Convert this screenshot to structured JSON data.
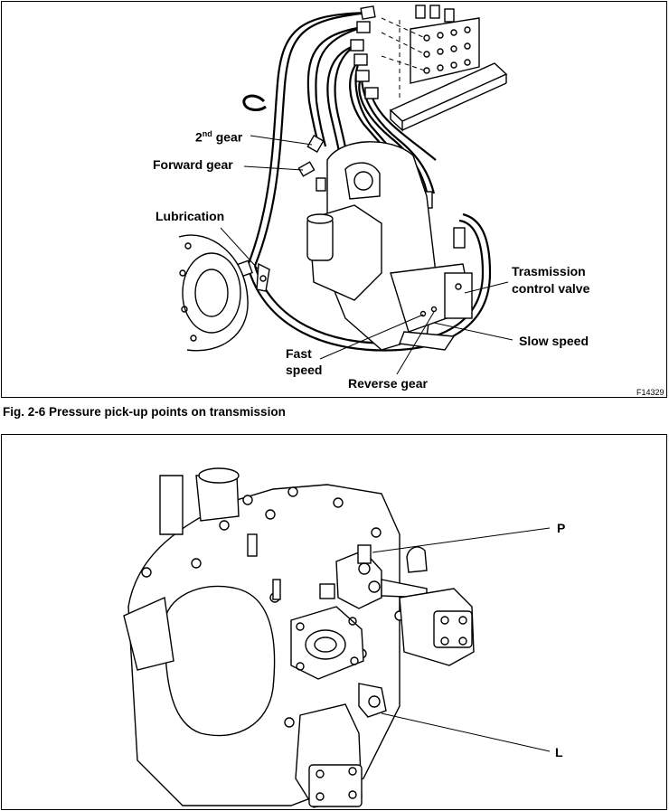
{
  "figure_top": {
    "labels": {
      "second_gear_number": "2",
      "second_gear_suffix": "nd",
      "second_gear_word": "gear",
      "forward_gear": "Forward gear",
      "lubrication": "Lubrication",
      "transmission_control_valve_line1": "Trasmission",
      "transmission_control_valve_line2": "control valve",
      "slow_speed": "Slow speed",
      "fast_speed_line1": "Fast",
      "fast_speed_line2": "speed",
      "reverse_gear": "Reverse gear",
      "figure_id": "F14329"
    }
  },
  "caption": {
    "text": "Fig. 2-6    Pressure pick-up points on transmission"
  },
  "figure_bottom": {
    "labels": {
      "p": "P",
      "l": "L"
    }
  }
}
